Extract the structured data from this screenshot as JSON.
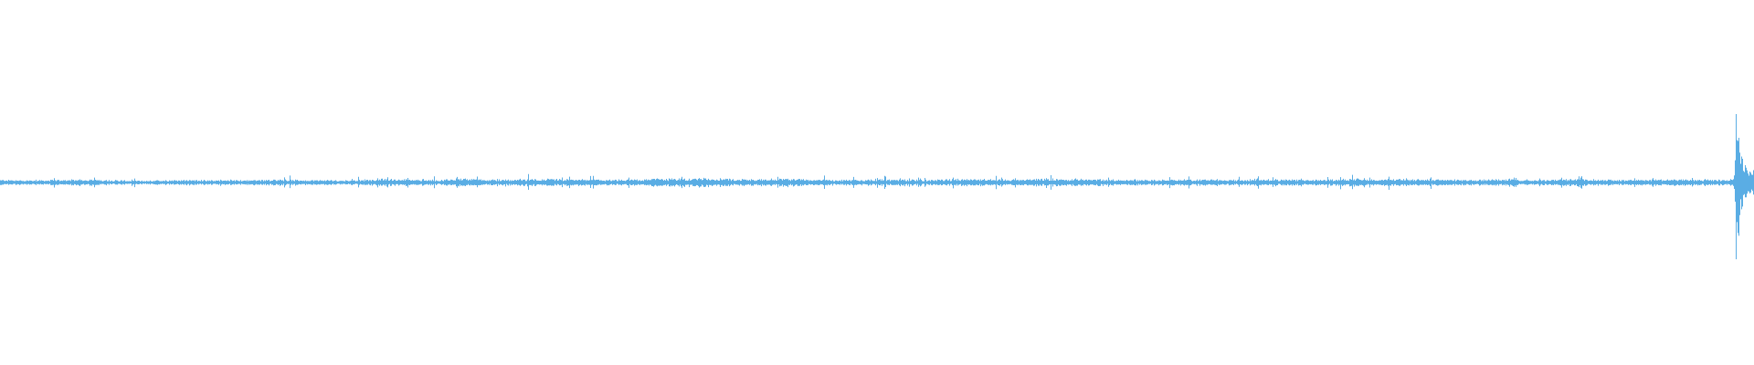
{
  "chart_data": {
    "type": "waveform",
    "color": "#5aade4",
    "background": "#ffffff",
    "axes_visible": false,
    "grid": false,
    "title": "",
    "baseline_amplitude": 0,
    "ylim": [
      -1,
      1
    ],
    "envelope": {
      "x": [
        0.0,
        0.02,
        0.05,
        0.08,
        0.1,
        0.13,
        0.16,
        0.17,
        0.2,
        0.22,
        0.25,
        0.26,
        0.28,
        0.3,
        0.33,
        0.35,
        0.38,
        0.4,
        0.42,
        0.45,
        0.48,
        0.5,
        0.53,
        0.55,
        0.58,
        0.6,
        0.63,
        0.65,
        0.68,
        0.7,
        0.73,
        0.75,
        0.77,
        0.8,
        0.83,
        0.85,
        0.88,
        0.9,
        0.92,
        0.95,
        0.975,
        0.985,
        0.989,
        0.9895,
        0.99,
        0.991,
        0.992,
        0.994,
        0.997,
        1.0
      ],
      "amplitude": [
        0.03,
        0.025,
        0.035,
        0.02,
        0.03,
        0.025,
        0.035,
        0.03,
        0.025,
        0.04,
        0.03,
        0.045,
        0.03,
        0.04,
        0.035,
        0.03,
        0.045,
        0.05,
        0.035,
        0.04,
        0.03,
        0.035,
        0.03,
        0.04,
        0.035,
        0.045,
        0.035,
        0.03,
        0.035,
        0.03,
        0.035,
        0.03,
        0.04,
        0.035,
        0.03,
        0.035,
        0.03,
        0.04,
        0.03,
        0.035,
        0.03,
        0.03,
        0.04,
        0.12,
        1.0,
        0.8,
        0.45,
        0.25,
        0.15,
        0.12
      ]
    }
  }
}
